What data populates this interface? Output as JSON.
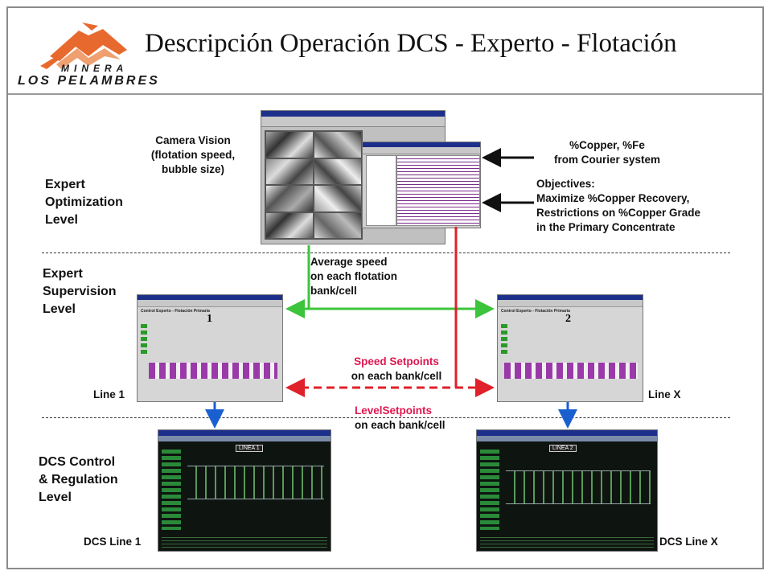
{
  "title": "Descripción Operación DCS - Experto - Flotación",
  "logo": {
    "line1": "MINERA",
    "line2": "LOS PELAMBRES"
  },
  "levels": {
    "optimization": [
      "Expert",
      "Optimization",
      "Level"
    ],
    "supervision": [
      "Expert",
      "Supervision",
      "Level"
    ],
    "dcs": [
      "DCS Control",
      "& Regulation",
      "Level"
    ]
  },
  "camera_vision": [
    "Camera Vision",
    "(flotation speed,",
    "bubble size)"
  ],
  "copper_fe": [
    "%Copper, %Fe",
    "from Courier system"
  ],
  "objectives": [
    "Objectives:",
    "Maximize %Copper Recovery,",
    "Restrictions on %Copper Grade",
    "in the Primary Concentrate"
  ],
  "average_speed": [
    "Average speed",
    "on each flotation",
    "bank/cell"
  ],
  "speed_setpoints": [
    "Speed Setpoints",
    "on each bank/cell"
  ],
  "level_setpoints": [
    "LevelSetpoints",
    "on each bank/cell"
  ],
  "line_labels": {
    "line1": "Line 1",
    "linex": "Line X",
    "dcs1": "DCS Line 1",
    "dcsx": "DCS Line X"
  },
  "screens": {
    "expert_line1_title": "Control Experto - Flotación Primaria",
    "expert_line1_num": "1",
    "expert_linex_title": "Control Experto - Flotación Primaria",
    "expert_linex_num": "2",
    "dcs_line1_tag": "LINEA 1",
    "dcs_linex_tag": "LINEA 2"
  },
  "colors": {
    "green": "#3cc43c",
    "red": "#e0202a",
    "blue": "#1a5fd0",
    "logo_orange": "#e8692e"
  }
}
